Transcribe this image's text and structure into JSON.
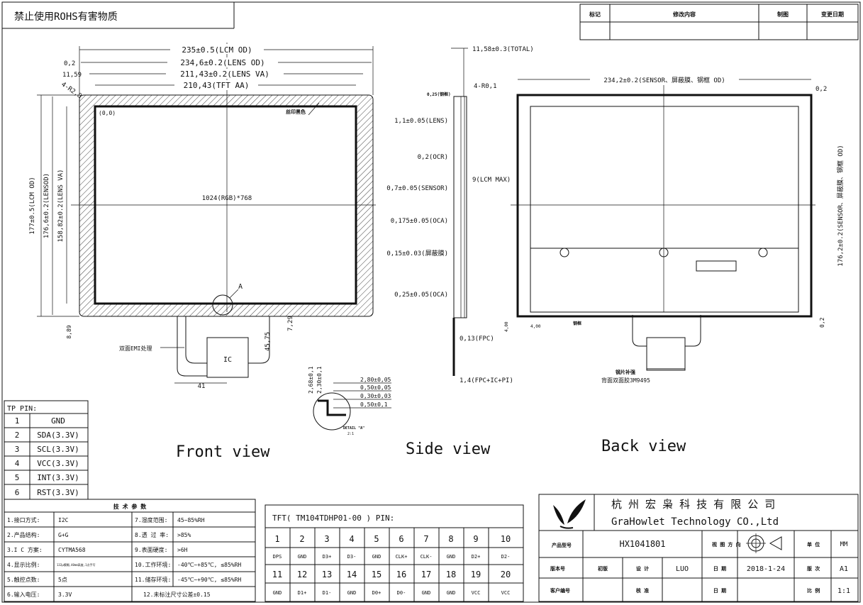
{
  "header": {
    "rohs_note": "禁止使用ROHS有害物质",
    "revision_cols": [
      "标记",
      "修改内容",
      "制图",
      "变更日期"
    ]
  },
  "front": {
    "label": "Front view",
    "dim_lcm_od": "235±0.5(LCM OD)",
    "dim_lens_od": "234,6±0.2(LENS OD)",
    "dim_lens_va": "211,43±0.2(LENS VA)",
    "dim_tft_aa": "210,43(TFT AA)",
    "dim_02": "0,2",
    "dim_1159": "11,59",
    "dim_r28": "4-R2,8",
    "origin": "(0,0)",
    "silk_note": "丝印黑色",
    "resolution": "1024(RGB)*768",
    "v_lcm_od": "177±0.5(LCM OD)",
    "v_lens_od": "176,6±0.2(LENSOD)",
    "v_lens_va": "158,82±0.2(LENS VA)",
    "dim_889": "8,89",
    "dim_729": "7,29",
    "dim_4575": "45,75",
    "dim_41": "41",
    "ic": "IC",
    "mark_a": "A",
    "emi_note": "双面EMI处理"
  },
  "detail": {
    "v1": "2,68±0,1",
    "v2": "2,30±0,1",
    "h1": "2,80±0,05",
    "h2": "0,50±0,05",
    "h3": "0,30±0,03",
    "h4": "0,50±0,1",
    "title": "DETAIL \"A\"",
    "scale": "2:1"
  },
  "side": {
    "label": "Side view",
    "total": "11,58±0.3(TOTAL)",
    "r01": "4-R0,1",
    "t025": "0,25(钢框)",
    "lens": "1,1±0.05(LENS)",
    "ocr": "0,2(OCR)",
    "lcm_max": "9(LCM MAX)",
    "sensor": "0,7±0.05(SENSOR)",
    "oca1": "0,175±0.05(OCA)",
    "shield": "0,15±0.03(屏蔽膜)",
    "oca2": "0,25±0.05(OCA)",
    "fpc": "0,13(FPC)",
    "fpc_total": "1,4(FPC+IC+PI)"
  },
  "back": {
    "label": "Back view",
    "od": "234,2±0.2(SENSOR、屏蔽膜、钢框 OD)",
    "od_v": "176,2±0.2(SENSOR、屏蔽膜、钢框 OD)",
    "d02a": "0,2",
    "d02b": "0,2",
    "d400a": "4,00",
    "d400b": "4,00",
    "frame": "钢框",
    "stiffener": "钢片补强",
    "tape": "背面双面胶3M9495"
  },
  "tp_pins": {
    "title": "TP  PIN:",
    "rows": [
      {
        "num": "1",
        "name": "GND"
      },
      {
        "num": "2",
        "name": "SDA(3.3V)"
      },
      {
        "num": "3",
        "name": "SCL(3.3V)"
      },
      {
        "num": "4",
        "name": "VCC(3.3V)"
      },
      {
        "num": "5",
        "name": "INT(3.3V)"
      },
      {
        "num": "6",
        "name": "RST(3.3V)"
      }
    ]
  },
  "specs": {
    "title": "技 术 参 数",
    "rows": [
      [
        "1.接口方式:",
        "I2C",
        "7.湿度范围:",
        "45~85%RH"
      ],
      [
        "2.产品结构:",
        "G+G",
        "8.透 过 率:",
        ">85%"
      ],
      [
        "3.I C 方案:",
        "CYTMA568",
        "9.表面硬度:",
        ">6H"
      ],
      [
        "4.显示比例:",
        "132μ模糊,40mm高度,1点手写",
        "10.工作环境:",
        "-40℃~+85℃, ≤85%RH"
      ],
      [
        "5.触控点数:",
        "5点",
        "11.储存环境:",
        "-45℃~+90℃, ≤85%RH"
      ],
      [
        "6.输入电压:",
        "3.3V",
        "12.未标注尺寸公差±0.15",
        ""
      ]
    ]
  },
  "tft": {
    "title": "TFT( TM104TDHP01-00 ) PIN:",
    "row1": [
      "1",
      "2",
      "3",
      "4",
      "5",
      "6",
      "7",
      "8",
      "9",
      "10"
    ],
    "row2": [
      "DPS",
      "GND",
      "D3+",
      "D3-",
      "GND",
      "CLK+",
      "CLK-",
      "GND",
      "D2+",
      "D2-"
    ],
    "row3": [
      "11",
      "12",
      "13",
      "14",
      "15",
      "16",
      "17",
      "18",
      "19",
      "20"
    ],
    "row4": [
      "GND",
      "D1+",
      "D1-",
      "GND",
      "D0+",
      "D0-",
      "GND",
      "GND",
      "VCC",
      "VCC"
    ]
  },
  "title_block": {
    "company_cn": "杭 州 宏 枭 科 技 有 限 公 司",
    "company_en": "GraHowlet Technology CO.,Ltd",
    "product_label": "产品型号",
    "product_value": "HX1041801",
    "view_dir": "视 图 方 向",
    "unit_label": "单 位",
    "unit_value": "MM",
    "version_label": "版本号",
    "first_edition": "初版",
    "design_label": "设 计",
    "designer": "LUO",
    "date_label": "日 期",
    "date_value": "2018-1-24",
    "edition_label": "版 次",
    "edition_value": "A1",
    "customer_label": "客户编号",
    "approve_label": "核 准",
    "date_label2": "日 期",
    "scale_label": "比 例",
    "scale_value": "1:1"
  }
}
